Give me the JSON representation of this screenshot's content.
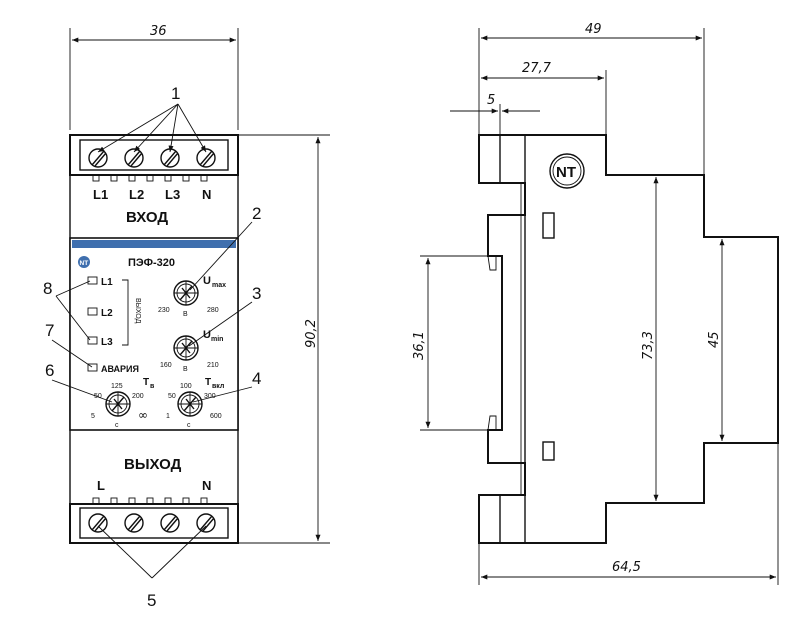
{
  "front": {
    "width_dim": "36",
    "height_dim": "90,2",
    "terminal_labels_top": [
      "L1",
      "L2",
      "L3",
      "N"
    ],
    "input_label": "ВХОД",
    "model": "ПЭФ-320",
    "indicators": [
      "L1",
      "L2",
      "L3"
    ],
    "outputs_caption": "ВЫХОД",
    "alarm_label": "АВАРИЯ",
    "knob_umax": {
      "label": "U",
      "sub": "max",
      "min": "230",
      "max": "280",
      "unit": "В"
    },
    "knob_umin": {
      "label": "U",
      "sub": "min",
      "min": "160",
      "max": "210",
      "unit": "В"
    },
    "knob_tv": {
      "label": "T",
      "sub": "в",
      "ticks": [
        "5",
        "50",
        "125",
        "200",
        "∞"
      ],
      "unit": "с"
    },
    "knob_tvkl": {
      "label": "T",
      "sub": "вкл",
      "ticks": [
        "1",
        "50",
        "100",
        "300",
        "600"
      ],
      "unit": "с"
    },
    "output_label": "ВЫХОД",
    "terminal_labels_bottom": [
      "L",
      "N"
    ]
  },
  "side": {
    "dims": {
      "total_depth": "49",
      "front_depth": "27,7",
      "lip": "5",
      "inner_height": "36,1",
      "body_height": "73,3",
      "rail_height": "45",
      "base_width": "64,5"
    }
  },
  "callouts": [
    "1",
    "2",
    "3",
    "4",
    "5",
    "6",
    "7",
    "8"
  ]
}
